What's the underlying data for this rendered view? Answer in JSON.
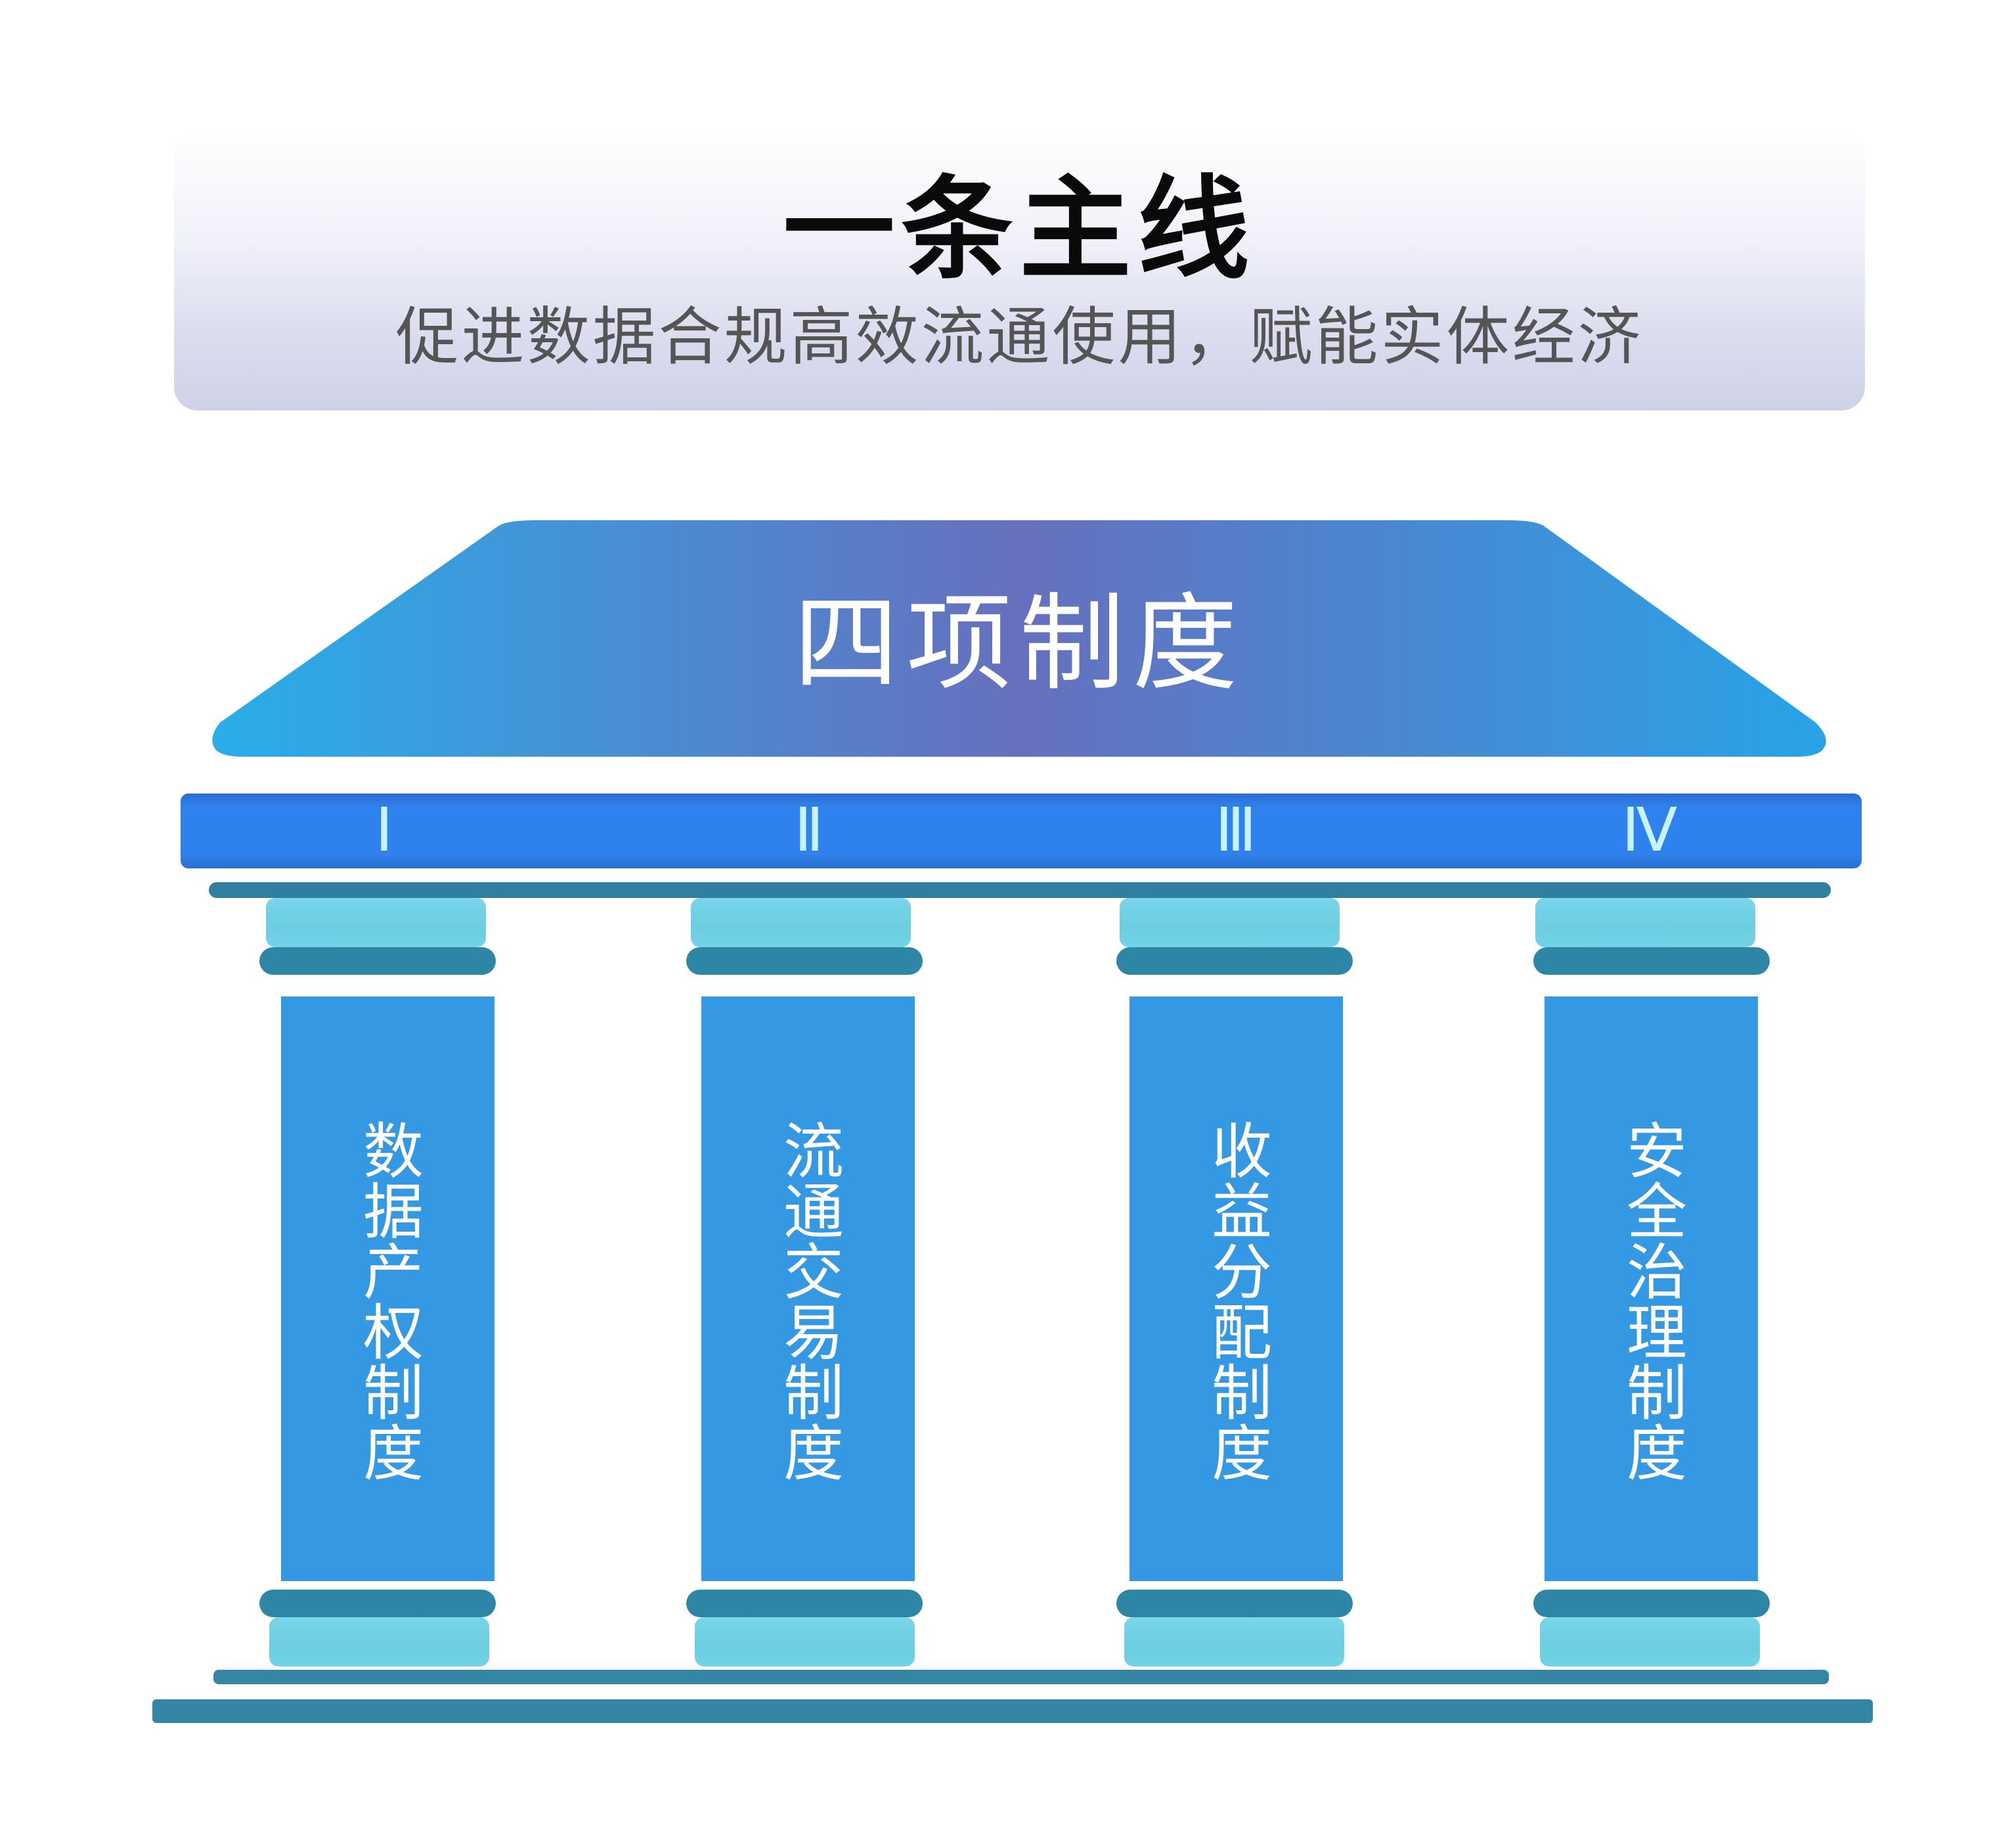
{
  "header": {
    "title": "一条主线",
    "subtitle": "促进数据合规高效流通使用，赋能实体经济"
  },
  "roof": {
    "title": "四项制度"
  },
  "numerals": [
    "Ⅰ",
    "Ⅱ",
    "Ⅲ",
    "Ⅳ"
  ],
  "pillars": [
    {
      "numeral": "Ⅰ",
      "label": "数据产权制度"
    },
    {
      "numeral": "Ⅱ",
      "label": "流通交易制度"
    },
    {
      "numeral": "Ⅲ",
      "label": "收益分配制度"
    },
    {
      "numeral": "Ⅳ",
      "label": "安全治理制度"
    }
  ],
  "colors": {
    "roof_edge": "#29aee9",
    "roof_center": "#6670be",
    "numeral_band": "#2f82ee",
    "numeral_text": "#c8f4ff",
    "shaft": "#3498e2",
    "capital_light": "#6ccde0",
    "capital_dark": "#2d86a5",
    "base": "#3585a5",
    "header_text": "#0a0a0a",
    "subtitle_text": "#555555"
  }
}
